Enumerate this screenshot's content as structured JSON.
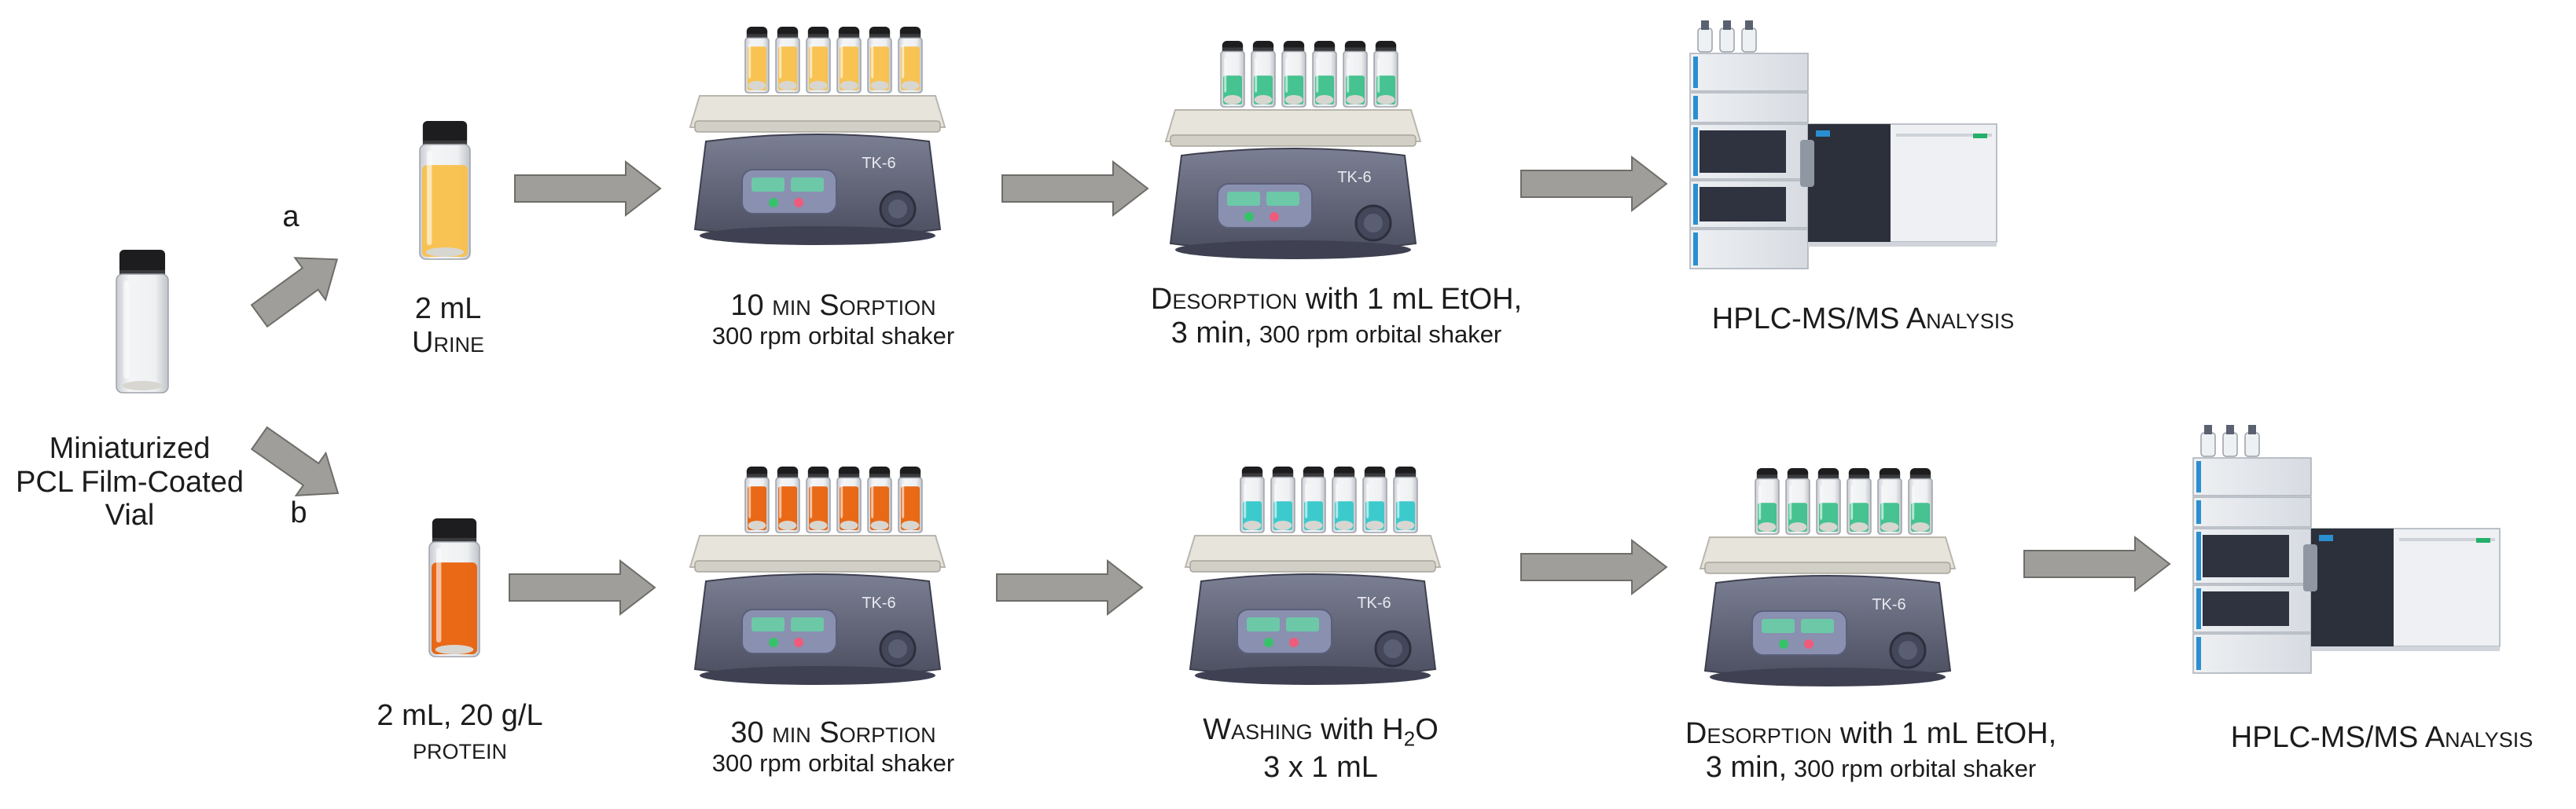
{
  "colors": {
    "arrow_fill": "#a09e9a",
    "arrow_stroke": "#6e6d69",
    "urine": "#f8c04a",
    "protein": "#e8610b",
    "desorption_liquid": "#3cc08a",
    "wash_liquid": "#33c7c9",
    "shaker_body": "#5e6275",
    "shaker_platform": "#e7e4dc",
    "cap": "#1d1d1f"
  },
  "icons": [
    "vial-icon",
    "orbital-shaker-icon",
    "hplc-ms-instrument-icon",
    "process-arrow-icon"
  ],
  "start": {
    "line1": "Miniaturized",
    "line2": "PCL Film-Coated",
    "line3": "Vial"
  },
  "branch_a": {
    "label": "a",
    "sample": {
      "line1": "2 mL",
      "line2": "Urine"
    },
    "shaker_brand": "TK-6",
    "step1": {
      "title": "10 min Sorption",
      "sub": "300 rpm orbital shaker"
    },
    "step2": {
      "title_lead": "Desorption",
      "title_rest": " with 1 mL EtOH,",
      "line2_lead": "3 min,",
      "line2_rest": " 300 rpm orbital shaker"
    },
    "step3": {
      "title": "HPLC-MS/MS Analysis"
    }
  },
  "branch_b": {
    "label": "b",
    "sample": {
      "line1": "2 mL, 20 g/L",
      "line2": "protein"
    },
    "shaker_brand": "TK-6",
    "step1": {
      "title": "30 min Sorption",
      "sub": "300 rpm orbital shaker"
    },
    "step2": {
      "title_lead": "Washing",
      "title_mid": " with H",
      "title_sub": "2",
      "title_end": "O",
      "line2": "3 x 1 mL"
    },
    "step3": {
      "title_lead": "Desorption",
      "title_rest": " with 1 mL EtOH,",
      "line2_lead": "3 min,",
      "line2_rest": " 300 rpm orbital shaker"
    },
    "step4": {
      "title": "HPLC-MS/MS Analysis"
    }
  }
}
